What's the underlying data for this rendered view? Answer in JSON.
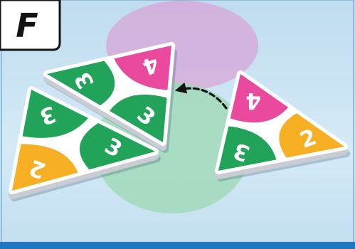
{
  "panel": {
    "label": "F"
  },
  "board": {
    "zone_colors": {
      "top": "#d6a9d8",
      "bottom": "#9ed9b6"
    },
    "placed_tiles": [
      {
        "id": "top",
        "corners": [
          {
            "value": "3",
            "color": "#21a45a"
          },
          {
            "value": "4",
            "color": "#e94a9e"
          },
          {
            "value": "3",
            "color": "#21a45a"
          }
        ]
      },
      {
        "id": "bottom",
        "corners": [
          {
            "value": "3",
            "color": "#21a45a"
          },
          {
            "value": "2",
            "color": "#f6ae22"
          },
          {
            "value": "3",
            "color": "#21a45a"
          }
        ]
      }
    ],
    "moving_tile": {
      "corners": [
        {
          "value": "4",
          "color": "#e94a9e"
        },
        {
          "value": "3",
          "color": "#21a45a"
        },
        {
          "value": "2",
          "color": "#f6ae22"
        }
      ]
    },
    "move_arrow": {
      "icon": "dashed-arrow-left-icon",
      "color": "#141414"
    }
  }
}
